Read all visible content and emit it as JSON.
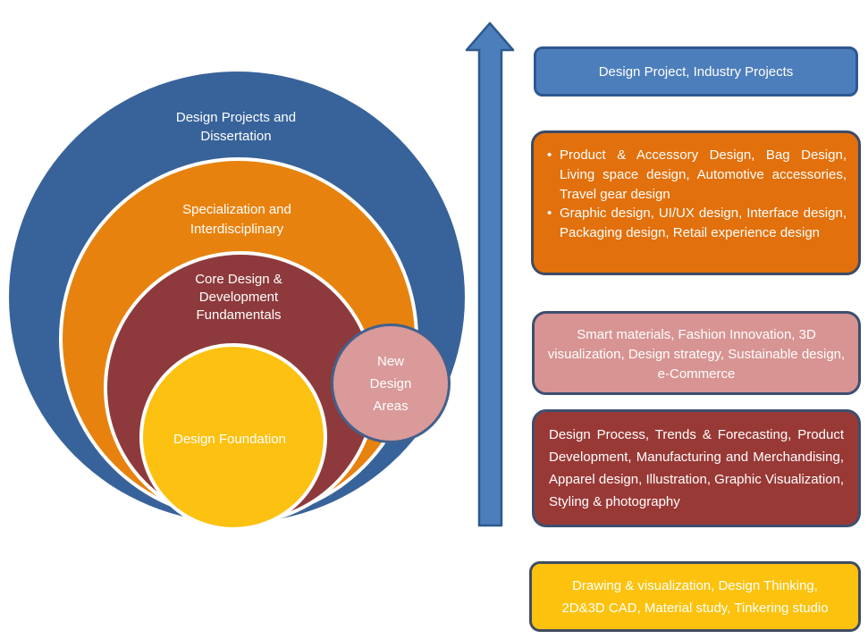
{
  "icons": {
    "bullet": "•",
    "up_arrow": "up-arrow"
  },
  "colors": {
    "circle_blue": "#38639a",
    "circle_orange": "#e8820e",
    "circle_red": "#8e3a3c",
    "circle_yellow": "#fdc112",
    "circle_pink": "#d99a99",
    "pink_circle_border": "#41618e",
    "arrow_fill": "#4d7ebc",
    "arrow_border": "#2d5a8e",
    "box_blue_fill": "#4d7ebc",
    "box_blue_border": "#2d578f",
    "box_orange_fill": "#e2700c",
    "box_pink_fill": "#d79492",
    "box_red_fill": "#993936",
    "box_yellow_fill": "#fcc20d",
    "box_dark_border": "#3d4f70",
    "text": "#ffffff"
  },
  "venn": {
    "levels": [
      {
        "name": "design-projects-dissertation",
        "label": "Design Projects and\nDissertation"
      },
      {
        "name": "specialization-interdisciplinary",
        "label": "Specialization and\nInterdisciplinary"
      },
      {
        "name": "core-design-development",
        "label": "Core Design &\nDevelopment\nFundamentals"
      },
      {
        "name": "design-foundation",
        "label": "Design Foundation"
      },
      {
        "name": "new-design-areas",
        "label": "New\nDesign\nAreas"
      }
    ]
  },
  "right_boxes": [
    {
      "name": "industry-projects",
      "text": "Design Project, Industry Projects"
    },
    {
      "name": "specialization-courses",
      "bullets": [
        "Product & Accessory Design, Bag Design, Living space design, Automotive accessories, Travel gear design",
        "Graphic design, UI/UX design, Interface design, Packaging design, Retail experience design"
      ]
    },
    {
      "name": "new-design-areas-courses",
      "text": "Smart materials, Fashion Innovation, 3D visualization, Design strategy, Sustainable design, e-Commerce"
    },
    {
      "name": "core-fundamentals-courses",
      "text": "Design Process, Trends & Forecasting, Product Development, Manufacturing and Merchandising, Apparel design, Illustration, Graphic Visualization, Styling & photography"
    },
    {
      "name": "foundation-courses",
      "text": "Drawing & visualization, Design Thinking, 2D&3D CAD, Material study, Tinkering studio"
    }
  ]
}
